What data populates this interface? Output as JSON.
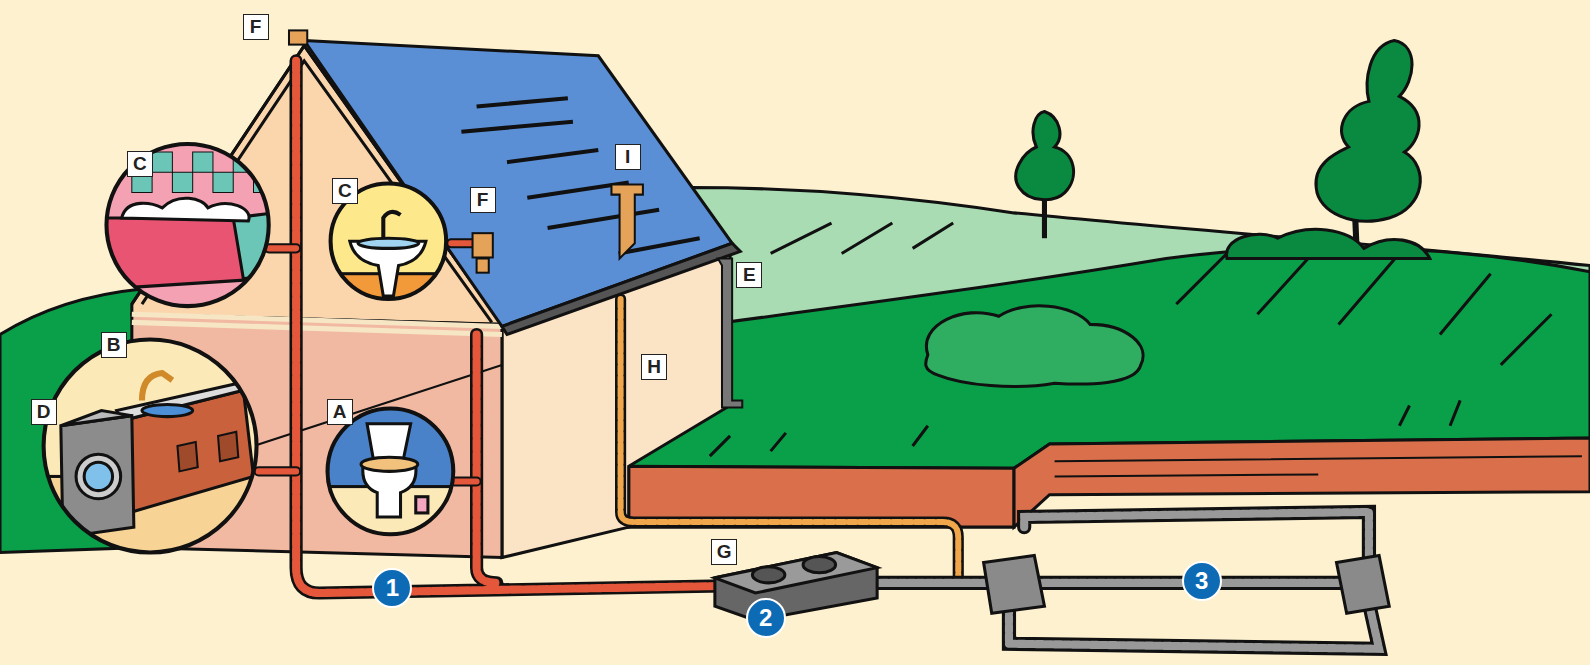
{
  "diagram": {
    "labels": [
      "F",
      "C",
      "C",
      "I",
      "F",
      "E",
      "B",
      "H",
      "D",
      "A",
      "G",
      "1",
      "2",
      "3"
    ]
  }
}
